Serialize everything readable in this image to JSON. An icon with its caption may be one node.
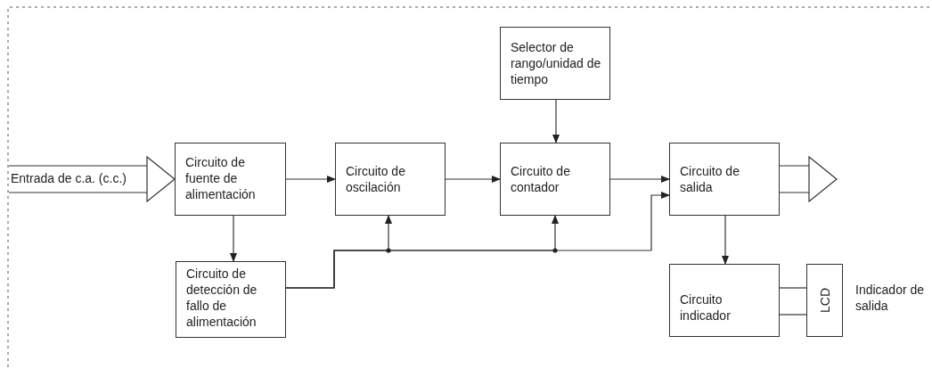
{
  "diagram": {
    "nodes": [
      {
        "text": [
          "Circuito de fuente de alimentación"
        ]
      },
      {
        "text": [
          "Circuito de detección de fallo de alimentación"
        ]
      },
      {
        "text": [
          "Circuito de oscilación"
        ]
      },
      {
        "text": [
          "Selector de rango/unidad de tiempo"
        ]
      },
      {
        "text": [
          "Circuito de contador"
        ]
      },
      {
        "text": [
          "Circuito de salida"
        ]
      },
      {
        "text": [
          "Circuito indicador"
        ]
      },
      {
        "text": [
          "LCD"
        ],
        "beside": [
          "Indicador de salida"
        ]
      }
    ],
    "edges": [
      {
        "from": null,
        "to": 0,
        "arrow": "to",
        "label": "Entrada de c.a. (c.c.)"
      },
      {
        "from": 0,
        "to": 2,
        "arrow": "to"
      },
      {
        "from": 0,
        "to": 1,
        "arrow": "to"
      },
      {
        "from": 2,
        "to": 4,
        "arrow": "to"
      },
      {
        "from": 3,
        "to": 4,
        "arrow": "to"
      },
      {
        "from": 4,
        "to": 5,
        "arrow": "to"
      },
      {
        "from": 1,
        "to": 2,
        "arrow": "to"
      },
      {
        "from": 1,
        "to": 4,
        "arrow": "to"
      },
      {
        "from": 1,
        "to": 5,
        "arrow": "to"
      },
      {
        "from": 5,
        "to": null,
        "arrow": "to"
      },
      {
        "from": 5,
        "to": 6,
        "arrow": "to"
      },
      {
        "from": 6,
        "to": 7,
        "arrow": "none"
      },
      {
        "from": 6,
        "to": 7,
        "arrow": "none"
      }
    ]
  }
}
